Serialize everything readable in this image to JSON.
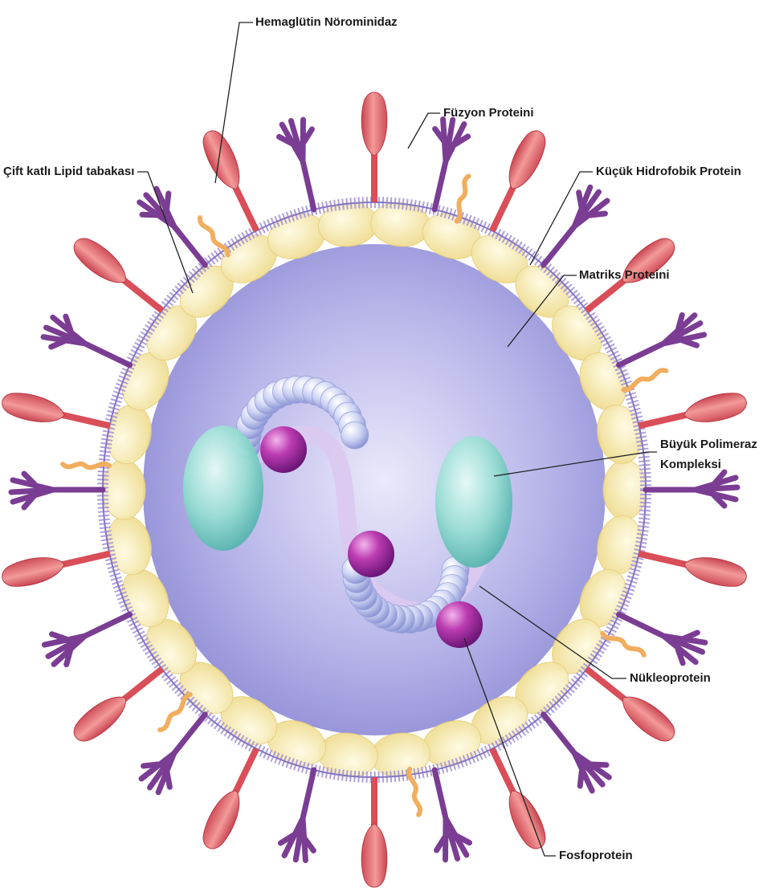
{
  "labels": {
    "hemagglutinin": "Hemaglütin Nörominidaz",
    "fusion": "Füzyon Proteini",
    "lipid": "Çift katlı Lipid tabakası",
    "hydrophobic": "Küçük Hidrofobik Protein",
    "matrix": "Matriks Proteini",
    "polymerase_line1": "Büyük Polimeraz",
    "polymerase_line2": "Kompleksi",
    "nucleoprotein": "Nükleoprotein",
    "phosphoprotein": "Fosfoprotein"
  },
  "colors": {
    "background": "#ffffff",
    "interior": "#b3b2e6",
    "membrane": "#9d8fd0",
    "matrix_protein": "#f3e39a",
    "hemagglutinin": "#e5686c",
    "fusion_protein": "#7b3d93",
    "hydrophobic_protein": "#f1ae5e",
    "polymerase": "#7fd0c6",
    "nucleoprotein": "#c5cdf0",
    "phosphoprotein": "#b13ea9",
    "rna": "#d8c8ec",
    "leader_line": "#222222"
  },
  "icons": {
    "virus": "virus-particle-illustration",
    "hemagglutinin": "club-spike-icon",
    "fusion": "forked-spike-icon",
    "hydrophobic": "squiggle-icon"
  }
}
